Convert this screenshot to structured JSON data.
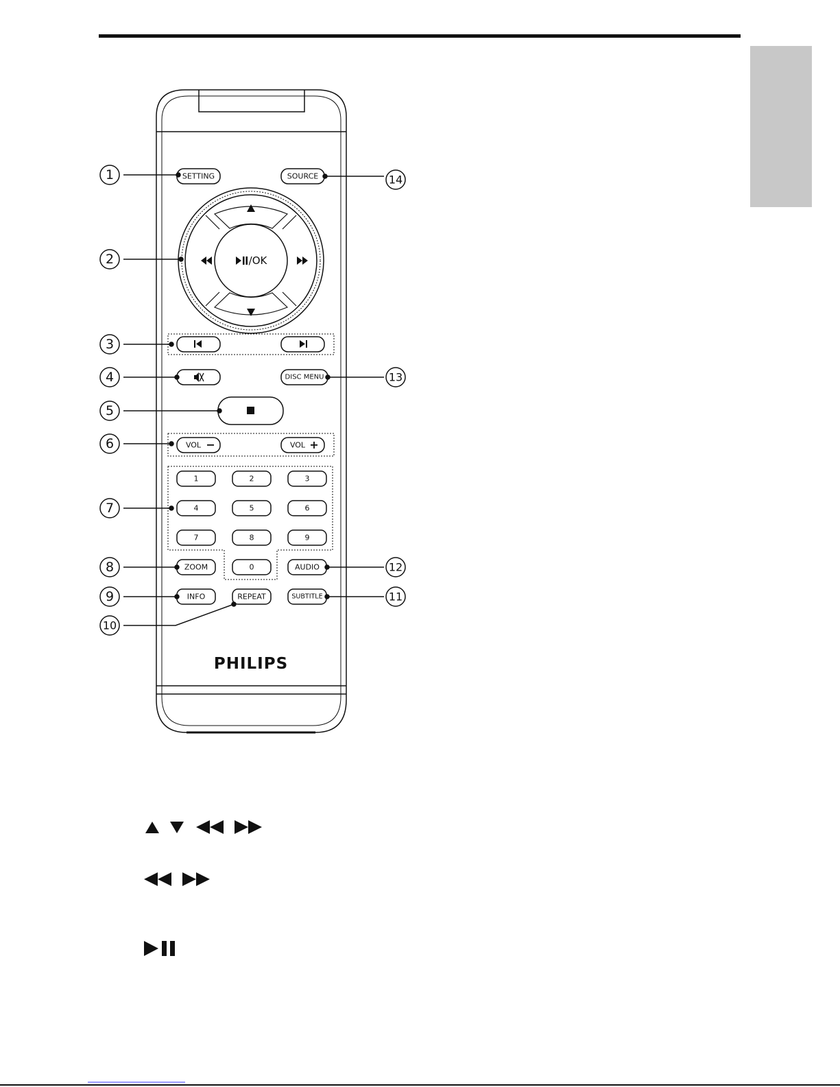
{
  "brand": "PHILIPS",
  "remote": {
    "setting_label": "SETTING",
    "source_label": "SOURCE",
    "ok_label": "/OK",
    "disc_menu_label": "DISC MENU",
    "vol_minus_label": "VOL",
    "vol_plus_label": "VOL",
    "zoom_label": "ZOOM",
    "audio_label": "AUDIO",
    "info_label": "INFO",
    "repeat_label": "REPEAT",
    "subtitle_label": "SUBTITLE",
    "digits": [
      "1",
      "2",
      "3",
      "4",
      "5",
      "6",
      "7",
      "8",
      "9",
      "0"
    ]
  },
  "callouts": [
    "1",
    "2",
    "3",
    "4",
    "5",
    "6",
    "7",
    "8",
    "9",
    "10",
    "11",
    "12",
    "13",
    "14"
  ],
  "legend_symbols": [
    {
      "icon": "up-down-rewind-forward-icons"
    },
    {
      "icon": "rewind-forward-icons"
    },
    {
      "icon": "play-pause-icon"
    }
  ],
  "colors": {
    "side_tab": "#c8c8c8",
    "remote_body": "#ffffff",
    "line": "#111111",
    "footer_link": "#3b3bff"
  }
}
